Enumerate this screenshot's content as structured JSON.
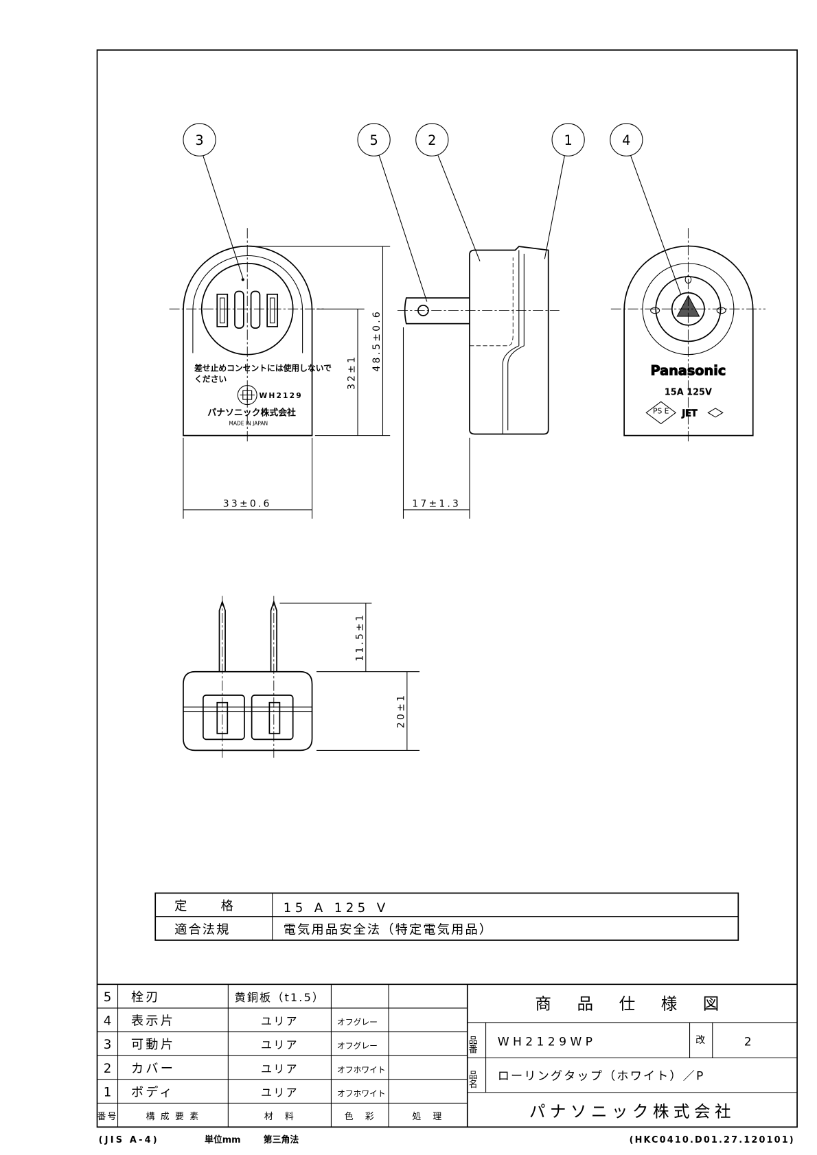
{
  "balloons": [
    "3",
    "5",
    "2",
    "1",
    "4"
  ],
  "front_view": {
    "warning_line1": "差せ止めコンセントには使用しないで",
    "warning_line2": "ください",
    "model": "WH2129",
    "maker": "パナソニック株式会社",
    "origin": "MADE IN JAPAN"
  },
  "rear_view": {
    "brand": "Panasonic",
    "rating": "15A 125V",
    "pse": "PS E",
    "jet": "JET"
  },
  "dimensions": {
    "width": "33±0.6",
    "height_pin": "32±1",
    "height_total": "48.5±0.6",
    "depth_pin": "17±1.3",
    "pin_length": "11.5±1",
    "body_depth": "20±1"
  },
  "spec_table": [
    {
      "label": "定　　格",
      "value": "15 A  125 V"
    },
    {
      "label": "適合法規",
      "value": "電気用品安全法（特定電気用品）"
    }
  ],
  "parts_table": {
    "rows": [
      {
        "no": "5",
        "name": "栓刃",
        "material": "黄銅板（t1.5）",
        "color": "",
        "finish": ""
      },
      {
        "no": "4",
        "name": "表示片",
        "material": "ユリア",
        "color": "オフグレー",
        "finish": ""
      },
      {
        "no": "3",
        "name": "可動片",
        "material": "ユリア",
        "color": "オフグレー",
        "finish": ""
      },
      {
        "no": "2",
        "name": "カバー",
        "material": "ユリア",
        "color": "オフホワイト",
        "finish": ""
      },
      {
        "no": "1",
        "name": "ボディ",
        "material": "ユリア",
        "color": "オフホワイト",
        "finish": ""
      }
    ],
    "header": {
      "no": "番号",
      "name": "構 成 要 素",
      "material": "材　料",
      "color": "色　彩",
      "finish": "処　理"
    }
  },
  "title_block": {
    "title": "商 品 仕 様 図",
    "part_no_label": "品番",
    "part_no": "WH2129WP",
    "rev_label": "改",
    "rev": "2",
    "name_label": "品名",
    "name": "ローリングタップ（ホワイト）／P",
    "company": "パナソニック株式会社"
  },
  "footer": {
    "paper": "(JIS A-4)",
    "unit": "単位mm",
    "projection": "第三角法",
    "doc_id": "(HKC0410.D01.27.120101)"
  }
}
